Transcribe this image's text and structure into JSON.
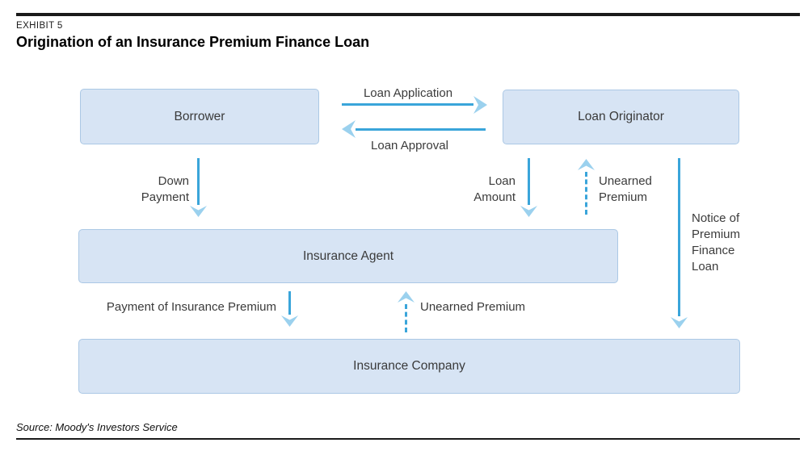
{
  "header": {
    "eyebrow": "EXHIBIT 5",
    "title": "Origination of an Insurance Premium Finance Loan"
  },
  "nodes": {
    "borrower": {
      "label": "Borrower"
    },
    "loan_originator": {
      "label": "Loan Originator"
    },
    "insurance_agent": {
      "label": "Insurance Agent"
    },
    "insurance_company": {
      "label": "Insurance Company"
    }
  },
  "flows": {
    "loan_application": {
      "label": "Loan Application",
      "from": "Borrower",
      "to": "Loan Originator",
      "line": "solid",
      "direction": "right"
    },
    "loan_approval": {
      "label": "Loan Approval",
      "from": "Loan Originator",
      "to": "Borrower",
      "line": "solid",
      "direction": "left"
    },
    "down_payment": {
      "label": "Down Payment",
      "from": "Borrower",
      "to": "Insurance Agent",
      "line": "solid",
      "direction": "down"
    },
    "loan_amount": {
      "label": "Loan Amount",
      "from": "Loan Originator",
      "to": "Insurance Agent",
      "line": "solid",
      "direction": "down"
    },
    "unearned_premium_to_originator": {
      "label": "Unearned Premium",
      "from": "Insurance Agent",
      "to": "Loan Originator",
      "line": "dashed",
      "direction": "up"
    },
    "notice_of_premium_finance_loan": {
      "label": "Notice of Premium Finance Loan",
      "from": "Loan Originator",
      "to": "Insurance Company",
      "line": "solid",
      "direction": "down"
    },
    "payment_of_insurance_premium": {
      "label": "Payment of Insurance Premium",
      "from": "Insurance Agent",
      "to": "Insurance Company",
      "line": "solid",
      "direction": "down"
    },
    "unearned_premium_to_agent": {
      "label": "Unearned Premium",
      "from": "Insurance Company",
      "to": "Insurance Agent",
      "line": "dashed",
      "direction": "up"
    }
  },
  "footer": {
    "source": "Source: Moody's Investors Service"
  },
  "colors": {
    "box_fill": "#d7e4f4",
    "box_border": "#abc8e5",
    "arrow_line": "#3aa5da",
    "arrow_head": "#9bd1ee",
    "rule": "#1a1a1a",
    "text": "#3b3b3b"
  }
}
